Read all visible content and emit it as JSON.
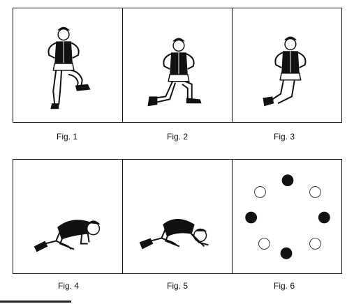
{
  "figures": [
    {
      "caption": "Fig. 1"
    },
    {
      "caption": "Fig. 2"
    },
    {
      "caption": "Fig. 3"
    },
    {
      "caption": "Fig. 4"
    },
    {
      "caption": "Fig. 5"
    },
    {
      "caption": "Fig. 6"
    }
  ],
  "fig6_circles": [
    "filled",
    "hollow",
    "hollow",
    "filled",
    "filled",
    "hollow",
    "hollow",
    "filled"
  ],
  "colors": {
    "ink": "#111111",
    "paper": "#ffffff"
  }
}
